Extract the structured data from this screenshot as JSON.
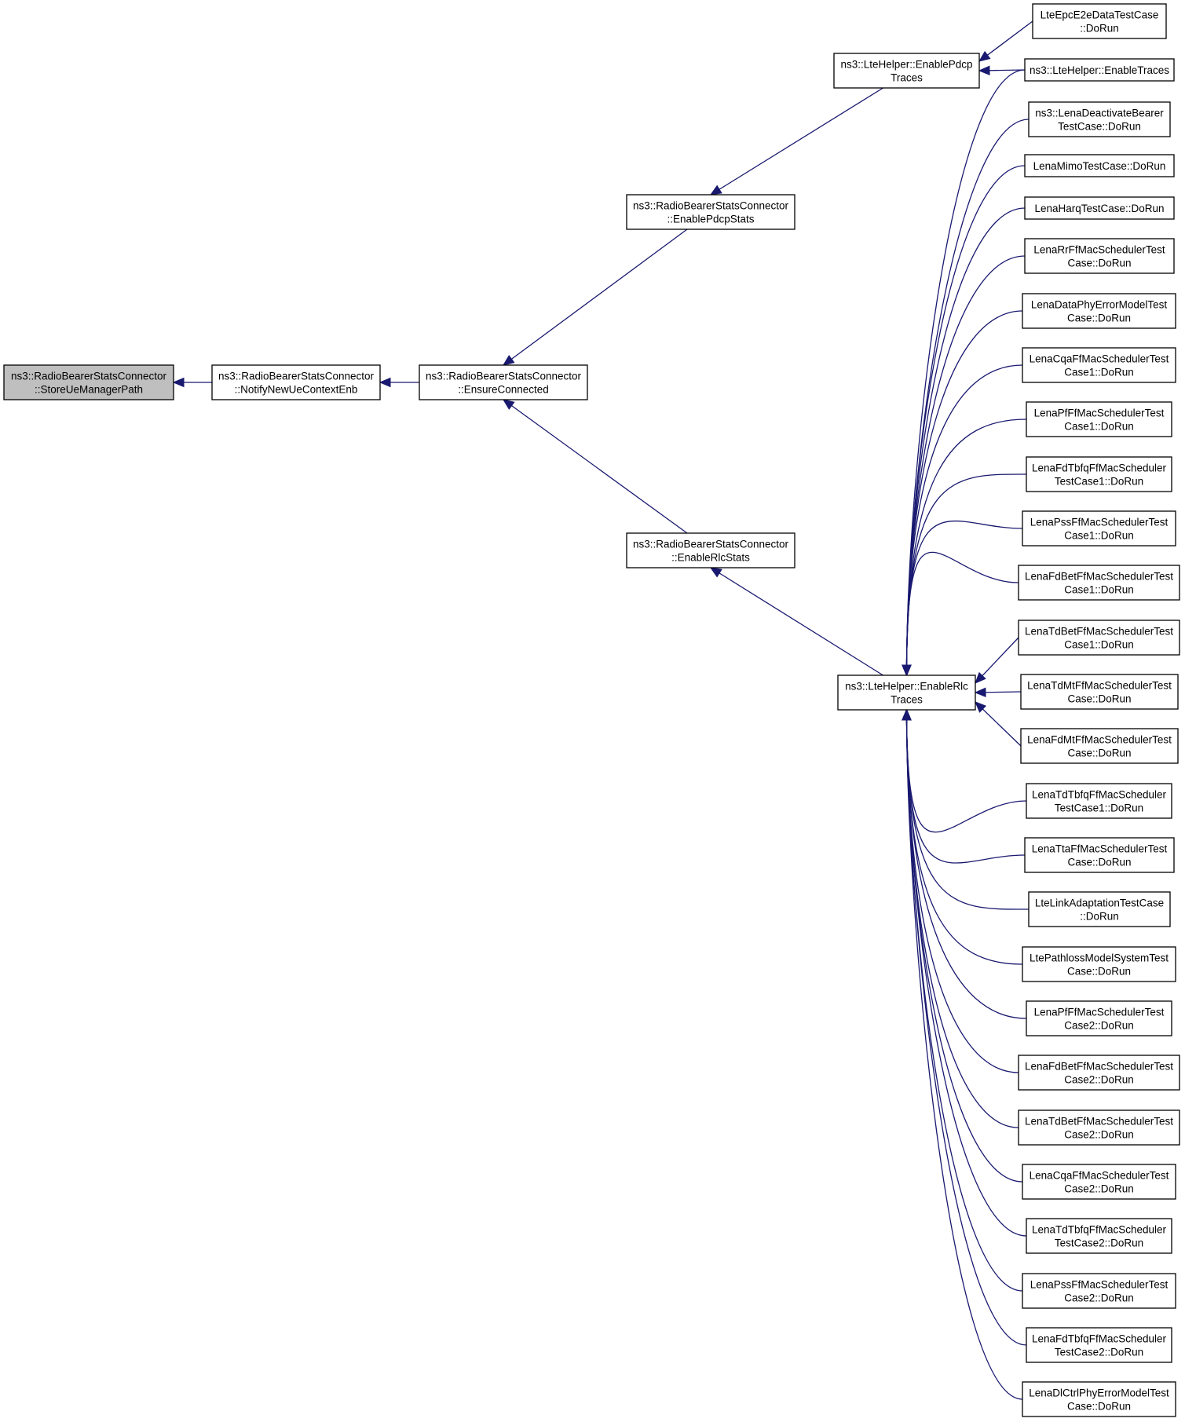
{
  "colors": {
    "edge": "#191970",
    "root_fill": "#bfbfbf",
    "node_fill": "#ffffff",
    "node_border": "#000000"
  },
  "nodes": [
    {
      "id": "store",
      "lines": [
        "ns3::RadioBearerStatsConnector",
        "::StoreUeManagerPath"
      ],
      "root": true
    },
    {
      "id": "notify",
      "lines": [
        "ns3::RadioBearerStatsConnector",
        "::NotifyNewUeContextEnb"
      ]
    },
    {
      "id": "ensure",
      "lines": [
        "ns3::RadioBearerStatsConnector",
        "::EnsureConnected"
      ]
    },
    {
      "id": "pdcpstats",
      "lines": [
        "ns3::RadioBearerStatsConnector",
        "::EnablePdcpStats"
      ]
    },
    {
      "id": "rlcstats",
      "lines": [
        "ns3::RadioBearerStatsConnector",
        "::EnableRlcStats"
      ]
    },
    {
      "id": "pdcptraces",
      "lines": [
        "ns3::LteHelper::EnablePdcp",
        "Traces"
      ]
    },
    {
      "id": "rlctraces",
      "lines": [
        "ns3::LteHelper::EnableRlc",
        "Traces"
      ]
    },
    {
      "id": "epc",
      "lines": [
        "LteEpcE2eDataTestCase",
        "::DoRun"
      ]
    },
    {
      "id": "enabletraces",
      "lines": [
        "ns3::LteHelper::EnableTraces"
      ]
    },
    {
      "id": "deact",
      "lines": [
        "ns3::LenaDeactivateBearer",
        "TestCase::DoRun"
      ]
    },
    {
      "id": "mimo",
      "lines": [
        "LenaMimoTestCase::DoRun"
      ]
    },
    {
      "id": "harq",
      "lines": [
        "LenaHarqTestCase::DoRun"
      ]
    },
    {
      "id": "rr",
      "lines": [
        "LenaRrFfMacSchedulerTest",
        "Case::DoRun"
      ]
    },
    {
      "id": "dataphy",
      "lines": [
        "LenaDataPhyErrorModelTest",
        "Case::DoRun"
      ]
    },
    {
      "id": "cqa1",
      "lines": [
        "LenaCqaFfMacSchedulerTest",
        "Case1::DoRun"
      ]
    },
    {
      "id": "pf1",
      "lines": [
        "LenaPfFfMacSchedulerTest",
        "Case1::DoRun"
      ]
    },
    {
      "id": "fdtbfq1",
      "lines": [
        "LenaFdTbfqFfMacScheduler",
        "TestCase1::DoRun"
      ]
    },
    {
      "id": "pss1",
      "lines": [
        "LenaPssFfMacSchedulerTest",
        "Case1::DoRun"
      ]
    },
    {
      "id": "fdbet1",
      "lines": [
        "LenaFdBetFfMacSchedulerTest",
        "Case1::DoRun"
      ]
    },
    {
      "id": "tdbet1",
      "lines": [
        "LenaTdBetFfMacSchedulerTest",
        "Case1::DoRun"
      ]
    },
    {
      "id": "tdmt",
      "lines": [
        "LenaTdMtFfMacSchedulerTest",
        "Case::DoRun"
      ]
    },
    {
      "id": "fdmt",
      "lines": [
        "LenaFdMtFfMacSchedulerTest",
        "Case::DoRun"
      ]
    },
    {
      "id": "tdtbfq1",
      "lines": [
        "LenaTdTbfqFfMacScheduler",
        "TestCase1::DoRun"
      ]
    },
    {
      "id": "tta",
      "lines": [
        "LenaTtaFfMacSchedulerTest",
        "Case::DoRun"
      ]
    },
    {
      "id": "linkad",
      "lines": [
        "LteLinkAdaptationTestCase",
        "::DoRun"
      ]
    },
    {
      "id": "pathloss",
      "lines": [
        "LtePathlossModelSystemTest",
        "Case::DoRun"
      ]
    },
    {
      "id": "pf2",
      "lines": [
        "LenaPfFfMacSchedulerTest",
        "Case2::DoRun"
      ]
    },
    {
      "id": "fdbet2",
      "lines": [
        "LenaFdBetFfMacSchedulerTest",
        "Case2::DoRun"
      ]
    },
    {
      "id": "tdbet2",
      "lines": [
        "LenaTdBetFfMacSchedulerTest",
        "Case2::DoRun"
      ]
    },
    {
      "id": "cqa2",
      "lines": [
        "LenaCqaFfMacSchedulerTest",
        "Case2::DoRun"
      ]
    },
    {
      "id": "tdtbfq2",
      "lines": [
        "LenaTdTbfqFfMacScheduler",
        "TestCase2::DoRun"
      ]
    },
    {
      "id": "pss2",
      "lines": [
        "LenaPssFfMacSchedulerTest",
        "Case2::DoRun"
      ]
    },
    {
      "id": "fdtbfq2",
      "lines": [
        "LenaFdTbfqFfMacScheduler",
        "TestCase2::DoRun"
      ]
    },
    {
      "id": "dlctrl",
      "lines": [
        "LenaDlCtrlPhyErrorModelTest",
        "Case::DoRun"
      ]
    }
  ],
  "edges": [
    [
      "notify",
      "store"
    ],
    [
      "ensure",
      "notify"
    ],
    [
      "pdcpstats",
      "ensure"
    ],
    [
      "rlcstats",
      "ensure"
    ],
    [
      "pdcptraces",
      "pdcpstats"
    ],
    [
      "rlctraces",
      "rlcstats"
    ],
    [
      "epc",
      "pdcptraces"
    ],
    [
      "enabletraces",
      "pdcptraces"
    ],
    [
      "enabletraces",
      "rlctraces"
    ],
    [
      "deact",
      "rlctraces"
    ],
    [
      "mimo",
      "rlctraces"
    ],
    [
      "harq",
      "rlctraces"
    ],
    [
      "rr",
      "rlctraces"
    ],
    [
      "dataphy",
      "rlctraces"
    ],
    [
      "cqa1",
      "rlctraces"
    ],
    [
      "pf1",
      "rlctraces"
    ],
    [
      "fdtbfq1",
      "rlctraces"
    ],
    [
      "pss1",
      "rlctraces"
    ],
    [
      "fdbet1",
      "rlctraces"
    ],
    [
      "tdbet1",
      "rlctraces"
    ],
    [
      "tdmt",
      "rlctraces"
    ],
    [
      "fdmt",
      "rlctraces"
    ],
    [
      "tdtbfq1",
      "rlctraces"
    ],
    [
      "tta",
      "rlctraces"
    ],
    [
      "linkad",
      "rlctraces"
    ],
    [
      "pathloss",
      "rlctraces"
    ],
    [
      "pf2",
      "rlctraces"
    ],
    [
      "fdbet2",
      "rlctraces"
    ],
    [
      "tdbet2",
      "rlctraces"
    ],
    [
      "cqa2",
      "rlctraces"
    ],
    [
      "tdtbfq2",
      "rlctraces"
    ],
    [
      "pss2",
      "rlctraces"
    ],
    [
      "fdtbfq2",
      "rlctraces"
    ],
    [
      "dlctrl",
      "rlctraces"
    ]
  ]
}
